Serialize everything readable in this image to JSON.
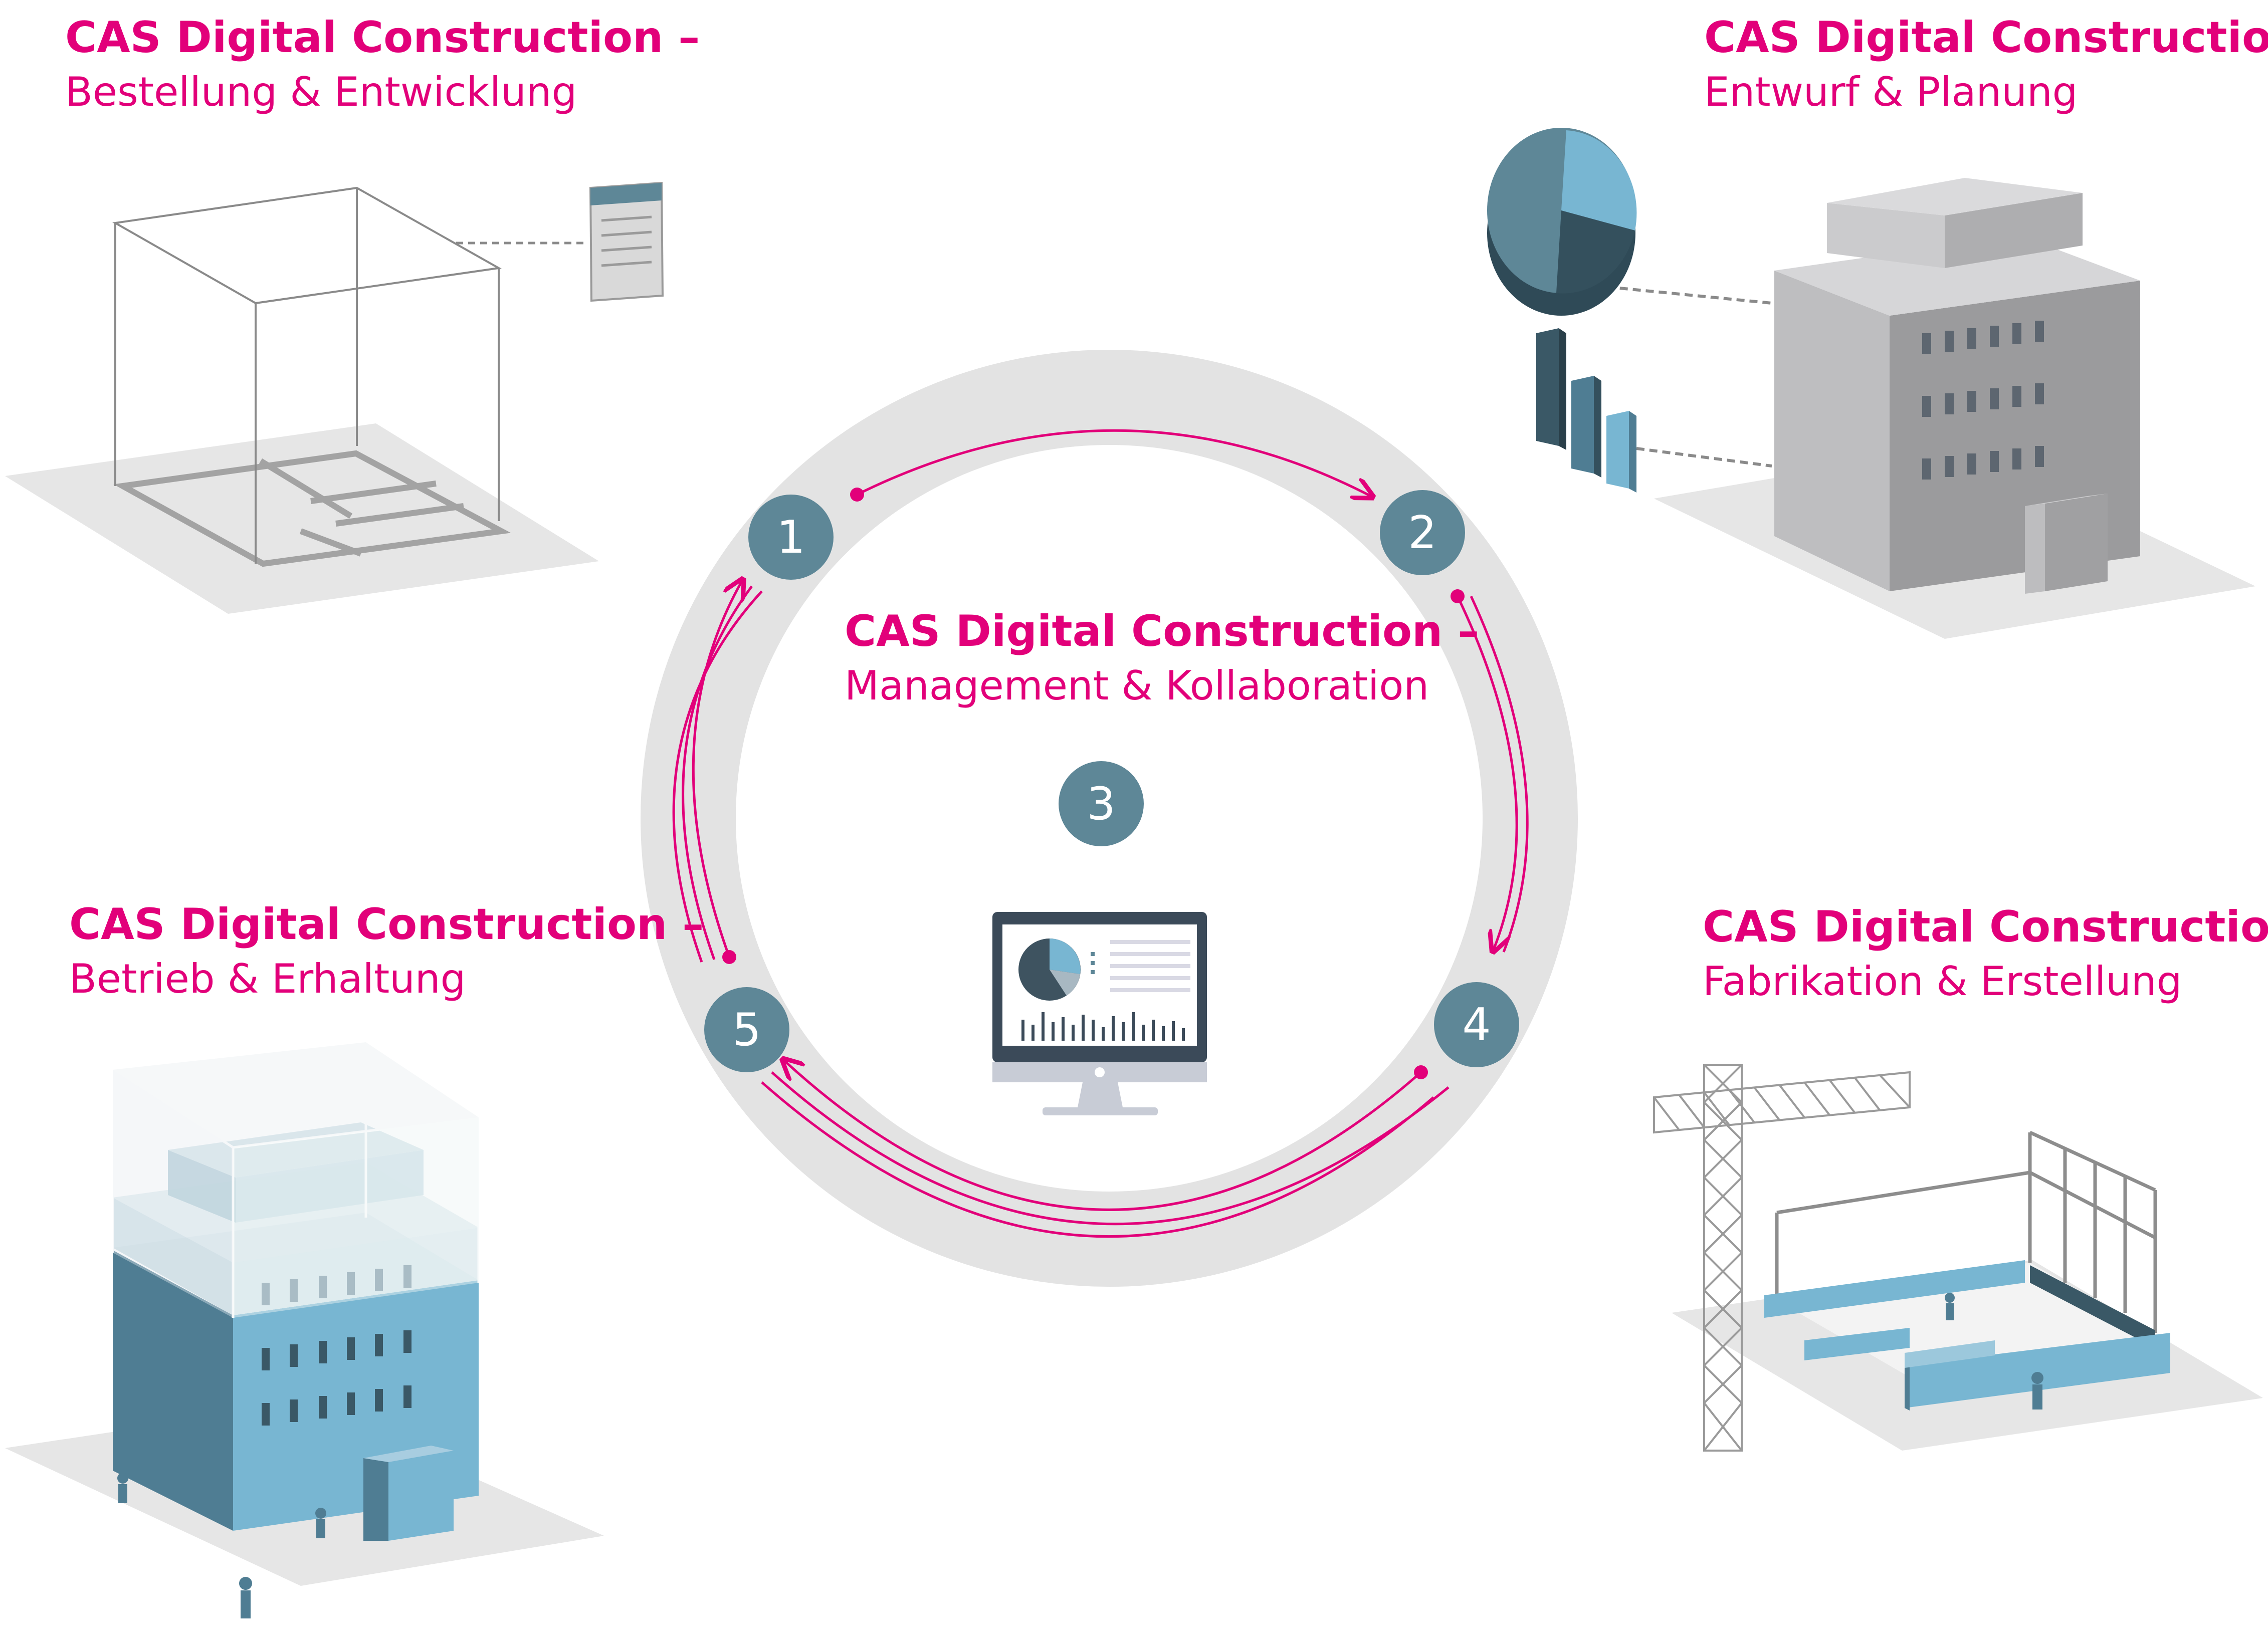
{
  "labels": {
    "top_left": {
      "title": "CAS Digital Construction –",
      "subtitle": "Bestellung & Entwicklung"
    },
    "top_right": {
      "title": "CAS Digital Construction –",
      "subtitle": "Entwurf & Planung"
    },
    "center": {
      "title": "CAS Digital Construction –",
      "subtitle": "Management & Kollaboration"
    },
    "bottom_left": {
      "title": "CAS Digital Construction –",
      "subtitle": "Betrieb & Erhaltung"
    },
    "bottom_right": {
      "title": "CAS Digital Construction –",
      "subtitle": "Fabrikation & Erstellung"
    }
  },
  "steps": [
    "1",
    "2",
    "3",
    "4",
    "5"
  ],
  "colors": {
    "accent": "#e2007a",
    "step_badge": "#5e8797",
    "ring": "#e3e3e3",
    "ground": "#e6e6e6",
    "building_dark": "#4f7d93",
    "building_light": "#78b6d2",
    "gray_building": "#c9c9cb"
  },
  "icons": [
    "document-icon",
    "pie-chart-icon",
    "bar-chart-icon",
    "monitor-icon",
    "crane-icon"
  ]
}
